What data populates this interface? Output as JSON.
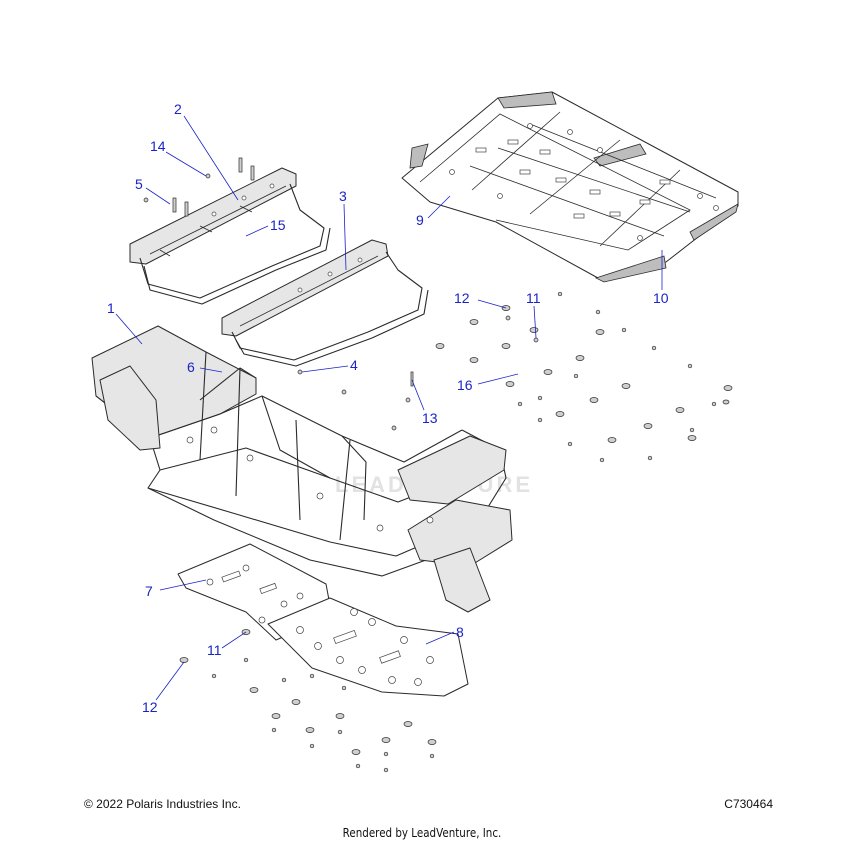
{
  "diagram": {
    "callouts": [
      {
        "id": "c1",
        "label": "1"
      },
      {
        "id": "c2",
        "label": "2"
      },
      {
        "id": "c3",
        "label": "3"
      },
      {
        "id": "c4",
        "label": "4"
      },
      {
        "id": "c5",
        "label": "5"
      },
      {
        "id": "c6",
        "label": "6"
      },
      {
        "id": "c7",
        "label": "7"
      },
      {
        "id": "c8",
        "label": "8"
      },
      {
        "id": "c9",
        "label": "9"
      },
      {
        "id": "c10",
        "label": "10"
      },
      {
        "id": "c11a",
        "label": "11"
      },
      {
        "id": "c11b",
        "label": "11"
      },
      {
        "id": "c12a",
        "label": "12"
      },
      {
        "id": "c12b",
        "label": "12"
      },
      {
        "id": "c13",
        "label": "13"
      },
      {
        "id": "c14",
        "label": "14"
      },
      {
        "id": "c15",
        "label": "15"
      },
      {
        "id": "c16",
        "label": "16"
      }
    ],
    "watermark": "LEADVENTURE"
  },
  "footer": {
    "copyright": "© 2022 Polaris Industries Inc.",
    "code": "C730464",
    "rendered_by": "Rendered by LeadVenture, Inc."
  },
  "colors": {
    "callout": "#1a23c8",
    "line_art": "#2b2b2b"
  }
}
